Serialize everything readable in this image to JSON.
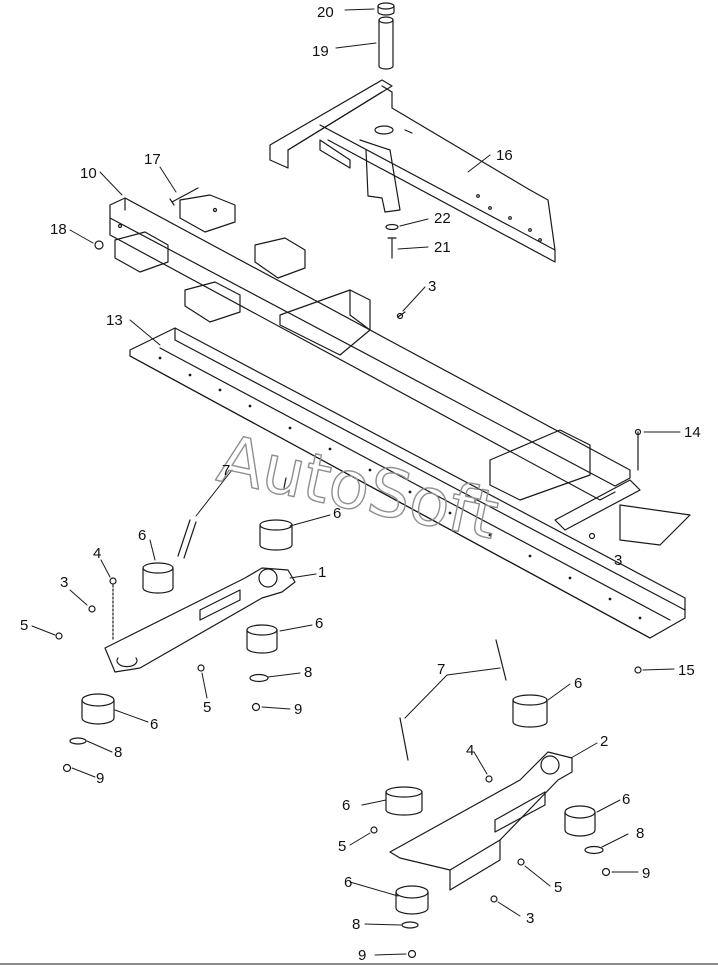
{
  "watermark": "AutoSoft",
  "callouts": {
    "c20": "20",
    "c19": "19",
    "c16": "16",
    "c17": "17",
    "c10": "10",
    "c18": "18",
    "c22": "22",
    "c21": "21",
    "c3a": "3",
    "c13": "13",
    "c14": "14",
    "c7a": "7",
    "c6a": "6",
    "c6b": "6",
    "c4a": "4",
    "c1": "1",
    "c3b": "3",
    "c3c": "3",
    "c5a": "5",
    "c6c": "6",
    "c8a": "8",
    "c5b": "5",
    "c9a": "9",
    "c6d": "6",
    "c8b": "8",
    "c9b": "9",
    "c15": "15",
    "c7b": "7",
    "c6e": "6",
    "c4b": "4",
    "c2": "2",
    "c6f": "6",
    "c6g": "6",
    "c8c": "8",
    "c5c": "5",
    "c9c": "9",
    "c5d": "5",
    "c6h": "6",
    "c3d": "3",
    "c8d": "8",
    "c9d": "9"
  },
  "colors": {
    "line": "#1a1a1a",
    "watermark": "#9a9a9a",
    "background": "#ffffff"
  }
}
